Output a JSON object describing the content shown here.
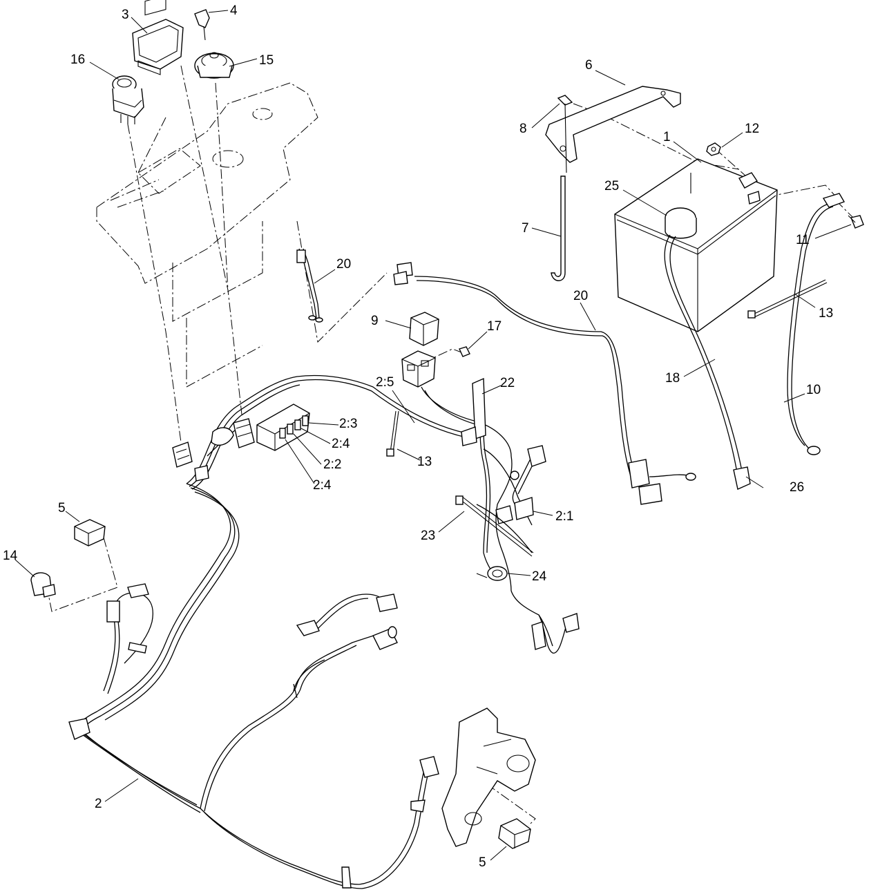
{
  "callouts": [
    {
      "id": "c-1",
      "text": "1"
    },
    {
      "id": "c-2",
      "text": "2"
    },
    {
      "id": "c-2-1",
      "text": "2:1"
    },
    {
      "id": "c-2-2",
      "text": "2:2"
    },
    {
      "id": "c-2-3",
      "text": "2:3"
    },
    {
      "id": "c-2-4a",
      "text": "2:4"
    },
    {
      "id": "c-2-4b",
      "text": "2:4"
    },
    {
      "id": "c-2-5",
      "text": "2:5"
    },
    {
      "id": "c-3",
      "text": "3"
    },
    {
      "id": "c-4",
      "text": "4"
    },
    {
      "id": "c-5a",
      "text": "5"
    },
    {
      "id": "c-5b",
      "text": "5"
    },
    {
      "id": "c-6",
      "text": "6"
    },
    {
      "id": "c-7",
      "text": "7"
    },
    {
      "id": "c-8",
      "text": "8"
    },
    {
      "id": "c-9",
      "text": "9"
    },
    {
      "id": "c-10",
      "text": "10"
    },
    {
      "id": "c-11",
      "text": "11"
    },
    {
      "id": "c-12",
      "text": "12"
    },
    {
      "id": "c-13a",
      "text": "13"
    },
    {
      "id": "c-13b",
      "text": "13"
    },
    {
      "id": "c-14",
      "text": "14"
    },
    {
      "id": "c-15",
      "text": "15"
    },
    {
      "id": "c-16",
      "text": "16"
    },
    {
      "id": "c-17",
      "text": "17"
    },
    {
      "id": "c-18",
      "text": "18"
    },
    {
      "id": "c-20a",
      "text": "20"
    },
    {
      "id": "c-20b",
      "text": "20"
    },
    {
      "id": "c-22",
      "text": "22"
    },
    {
      "id": "c-23",
      "text": "23"
    },
    {
      "id": "c-24",
      "text": "24"
    },
    {
      "id": "c-25",
      "text": "25"
    },
    {
      "id": "c-26",
      "text": "26"
    }
  ]
}
